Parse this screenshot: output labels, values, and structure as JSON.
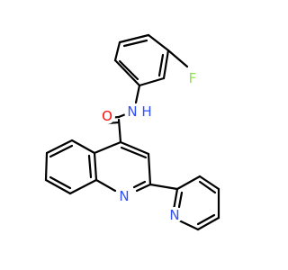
{
  "atoms": [
    {
      "id": "O",
      "text": "O",
      "color": "#ff0d0d"
    },
    {
      "id": "NH",
      "text": "N",
      "color": "#3050f8"
    },
    {
      "id": "H",
      "text": "H",
      "color": "#3050f8"
    },
    {
      "id": "F",
      "text": "F",
      "color": "#90e050"
    },
    {
      "id": "Nq",
      "text": "N",
      "color": "#3050f8"
    },
    {
      "id": "Npy",
      "text": "N",
      "color": "#3050f8"
    }
  ]
}
